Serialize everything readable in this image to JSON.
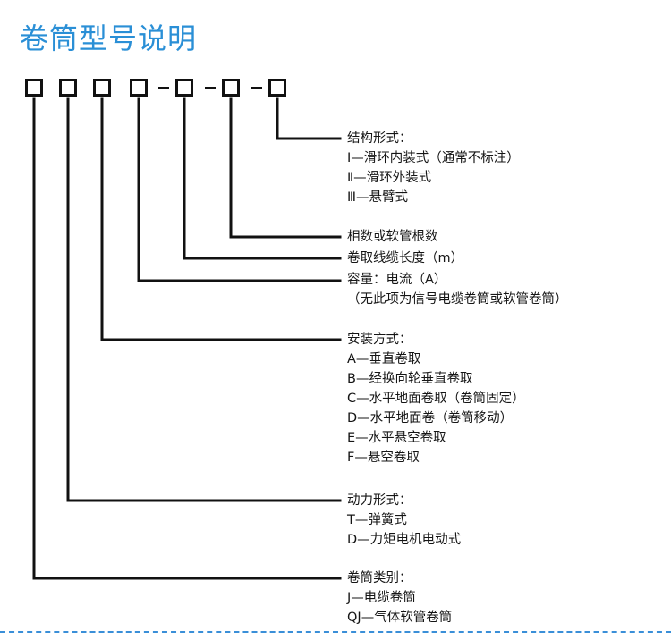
{
  "title": "卷筒型号说明",
  "accent_color": "#2a8fd6",
  "groups": [
    {
      "heading": "结构形式：",
      "items": [
        "Ⅰ—滑环内装式（通常不标注）",
        "Ⅱ—滑环外装式",
        "Ⅲ—悬臂式"
      ]
    },
    {
      "heading": "相数或软管根数",
      "items": []
    },
    {
      "heading": "卷取线缆长度（m）",
      "items": []
    },
    {
      "heading": "容量：电流（A）",
      "items": [
        "（无此项为信号电缆卷筒或软管卷筒）"
      ]
    },
    {
      "heading": "安装方式：",
      "items": [
        "A—垂直卷取",
        "B—经换向轮垂直卷取",
        "C—水平地面卷取（卷筒固定）",
        "D—水平地面卷（卷筒移动）",
        "E—水平悬空卷取",
        "F—悬空卷取"
      ]
    },
    {
      "heading": "动力形式：",
      "items": [
        "T—弹簧式",
        "D—力矩电机电动式"
      ]
    },
    {
      "heading": "卷筒类别：",
      "items": [
        "J—电缆卷筒",
        "QJ—气体软管卷筒"
      ]
    }
  ]
}
